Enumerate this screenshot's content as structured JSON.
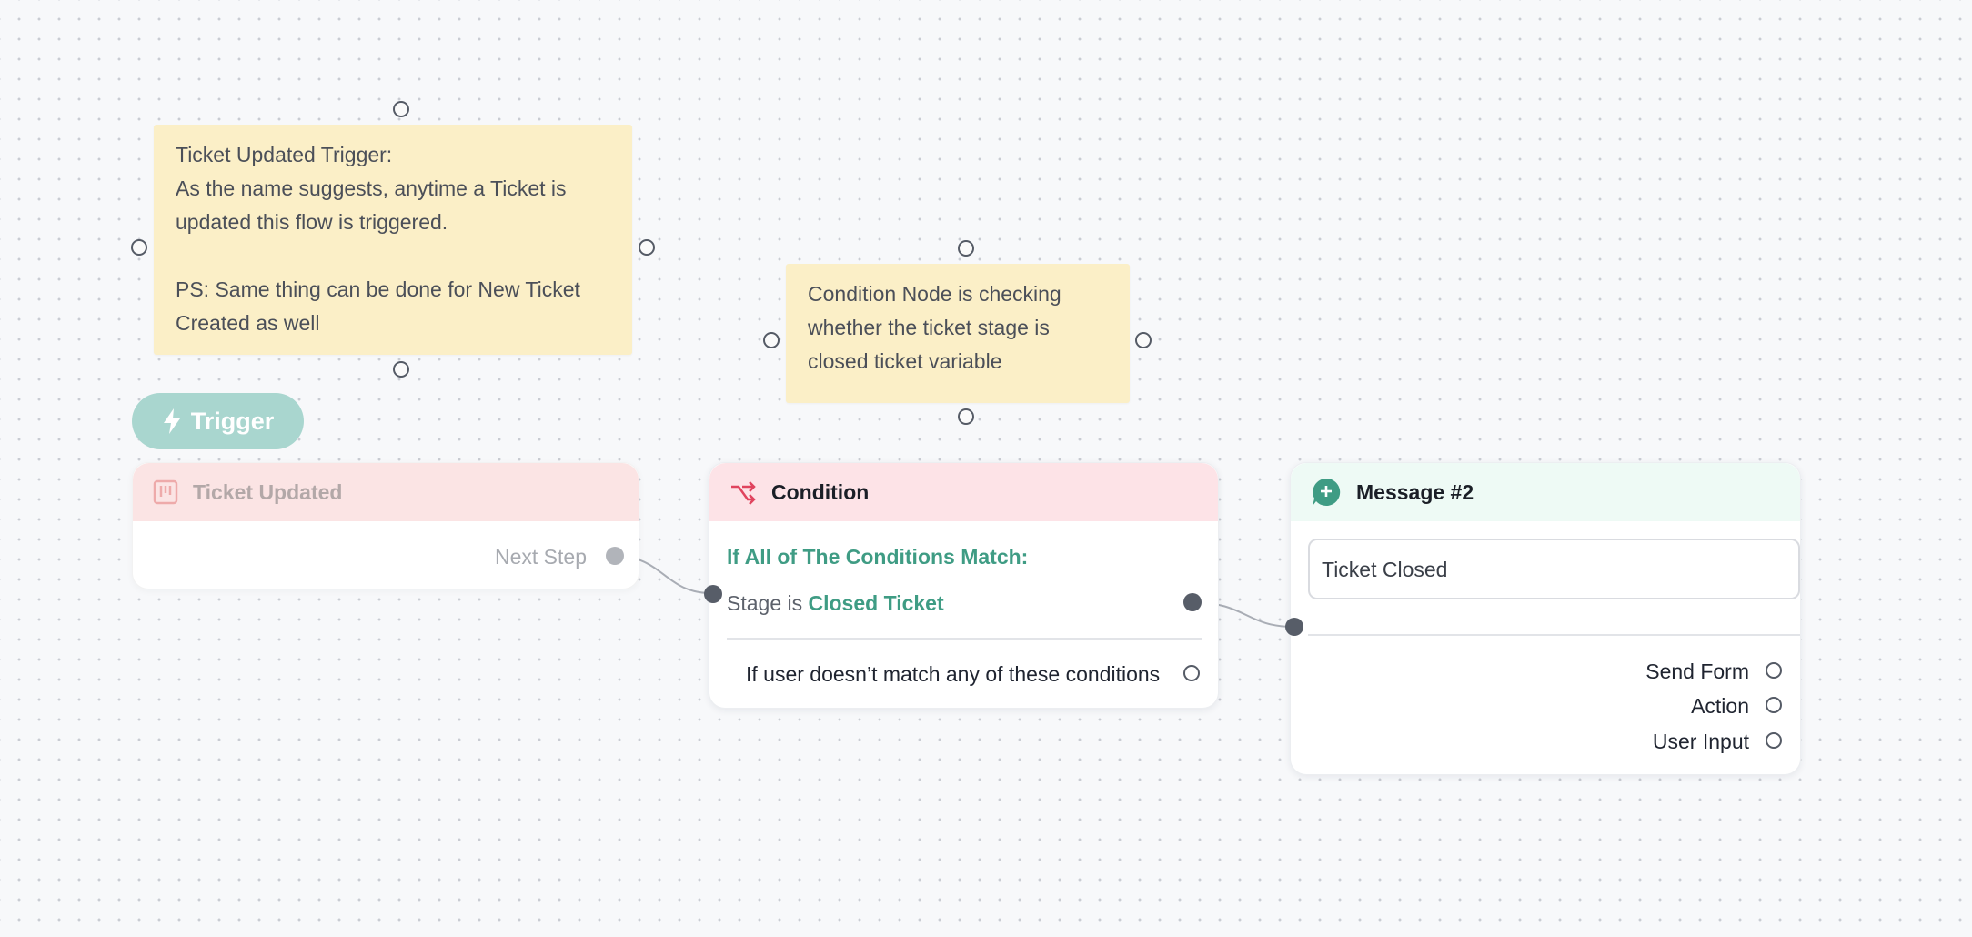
{
  "notes": {
    "trigger_note": "Ticket Updated Trigger:\nAs the name suggests, anytime a Ticket is updated this flow is triggered.\n\nPS: Same thing can be done for New Ticket Created as well",
    "condition_note": "Condition Node is checking whether the ticket stage is closed ticket variable"
  },
  "trigger": {
    "pill_label": "Trigger",
    "node_title": "Ticket Updated",
    "next_step_label": "Next Step"
  },
  "condition": {
    "title": "Condition",
    "match_heading": "If All of The Conditions Match:",
    "rule_prefix": "Stage is",
    "rule_value": "Closed Ticket",
    "fallback_label": "If user doesn’t match any of these conditions"
  },
  "message": {
    "title": "Message #2",
    "input_value": "Ticket Closed",
    "options": [
      "Send Form",
      "Action",
      "User Input"
    ]
  },
  "colors": {
    "accent_green": "#3f9c84",
    "note_yellow": "#fbefc7",
    "condition_header": "#fde3e7",
    "message_header": "#eefaf5",
    "trigger_pill": "#a9d6cf"
  }
}
